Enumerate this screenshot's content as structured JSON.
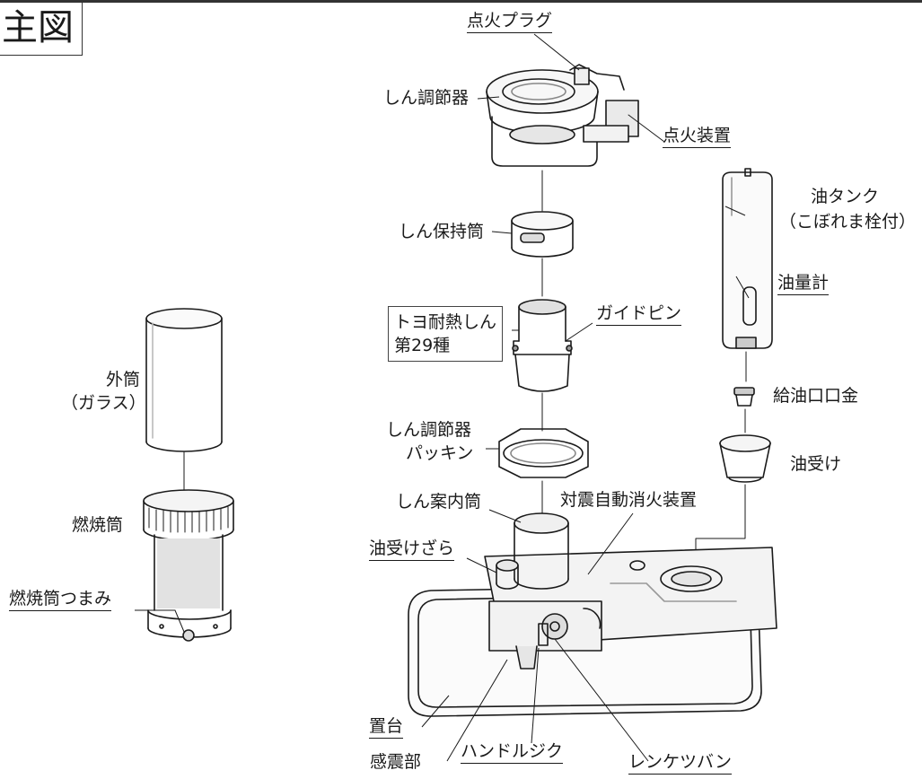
{
  "header": {
    "title_fragment": "主図"
  },
  "labels": {
    "ignition_plug": "点火プラグ",
    "wick_adjuster": "しん調節器",
    "igniter": "点火装置",
    "wick_holder": "しん保持筒",
    "wick_name_line1": "トヨ耐熱しん",
    "wick_name_line2": "第29種",
    "guide_pin": "ガイドピン",
    "oil_tank": "油タンク",
    "oil_tank_sub": "（こぼれま栓付）",
    "oil_gauge": "油量計",
    "fuel_cap": "給油口口金",
    "oil_receiver": "油受け",
    "outer_cylinder": "外筒",
    "outer_cylinder_sub": "（ガラス）",
    "gasket_line1": "しん調節器",
    "gasket_line2": "パッキン",
    "wick_guide": "しん案内筒",
    "quake_extinguisher": "対震自動消火装置",
    "oil_tray": "油受けざら",
    "combustion_cylinder": "燃焼筒",
    "combustion_knob": "燃焼筒つまみ",
    "base": "置台",
    "handle_shaft": "ハンドルジク",
    "quake_sensor": "感震部",
    "linkage_plate": "レンケツバン"
  },
  "colors": {
    "line": "#1a1a1a",
    "fill_light": "#f2f2f2",
    "fill_mid": "#dcdcdc"
  }
}
